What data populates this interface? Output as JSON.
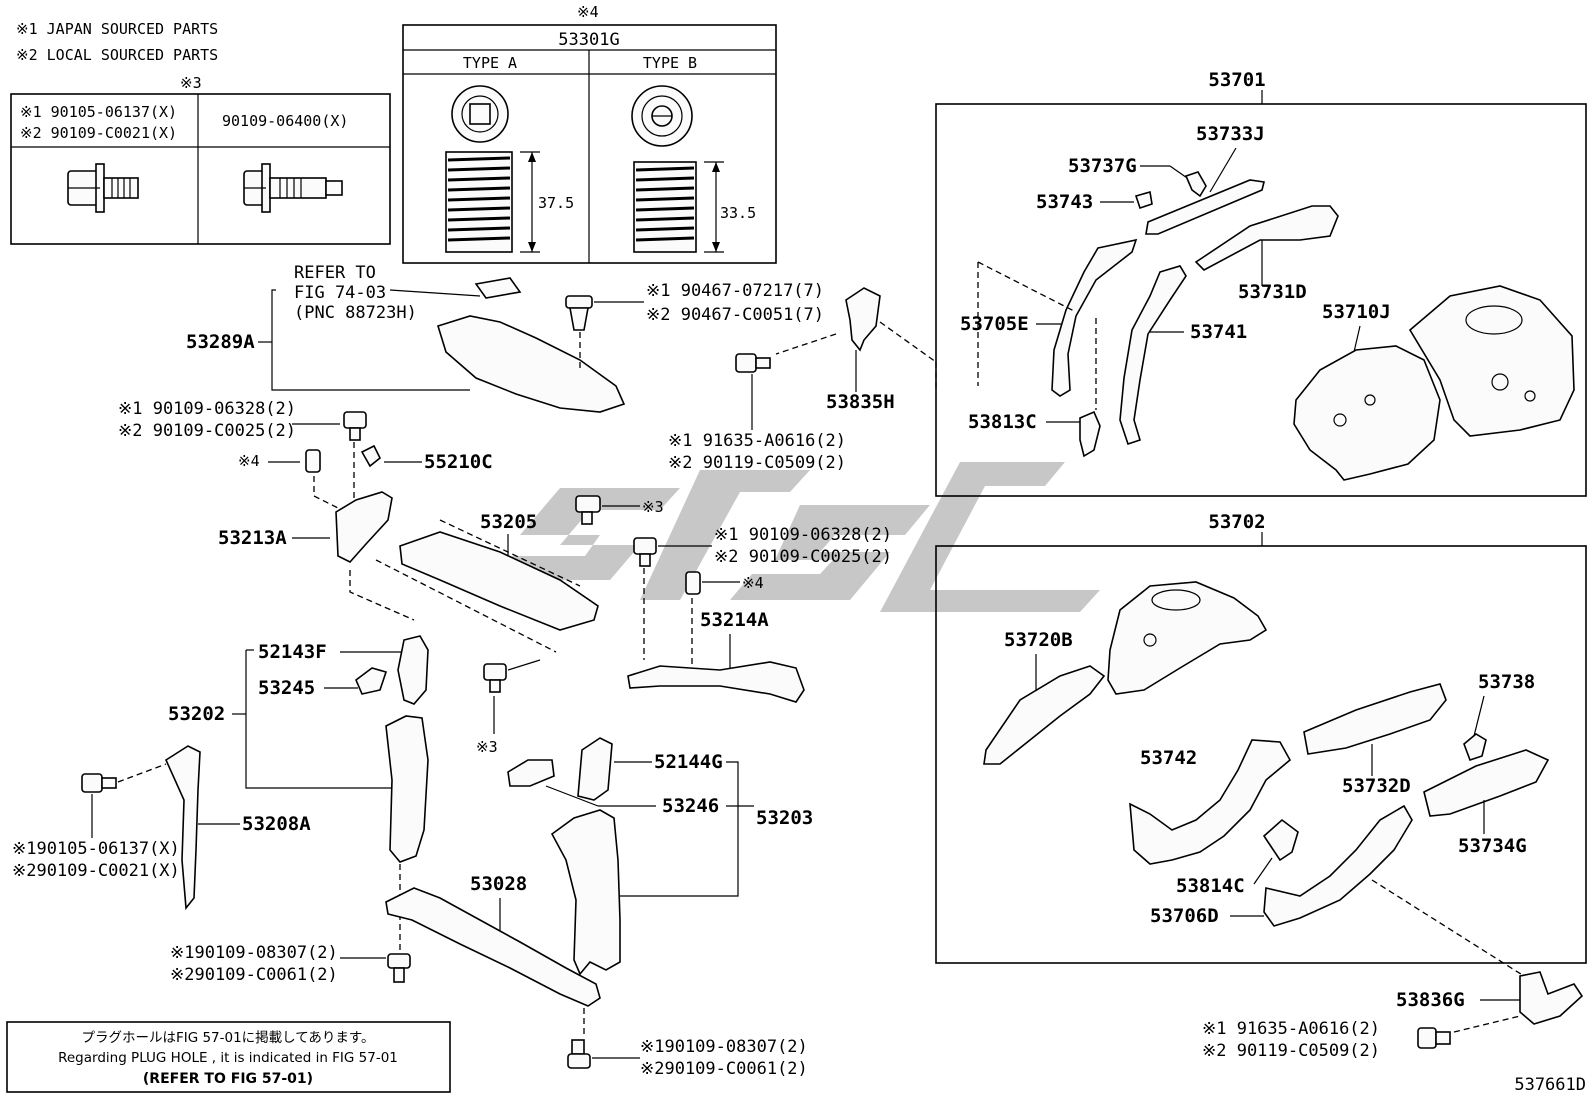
{
  "legend": {
    "l1": "※1  JAPAN SOURCED PARTS",
    "l2": "※2  LOCAL SOURCED PARTS"
  },
  "bolt_table": {
    "mark": "※3",
    "col1_l1": "※1 90105-06137(X)",
    "col1_l2": "※2 90109-C0021(X)",
    "col2": "90109-06400(X)"
  },
  "nut_table": {
    "mark": "※4",
    "title": "53301G",
    "type_a": "TYPE A",
    "type_b": "TYPE B",
    "dim_a": "37.5",
    "dim_b": "33.5"
  },
  "group_53701": "53701",
  "group_53702": "53702",
  "refer": {
    "l1": "REFER TO",
    "l2": "FIG 74-03",
    "l3": "(PNC 88723H)"
  },
  "labels": {
    "p53289A": "53289A",
    "p55210C": "55210C",
    "p53213A": "53213A",
    "p53205": "53205",
    "p53214A": "53214A",
    "p52143F": "52143F",
    "p53245": "53245",
    "p53202": "53202",
    "p53208A": "53208A",
    "p52144G": "52144G",
    "p53246": "53246",
    "p53203": "53203",
    "p53028": "53028",
    "p53835H": "53835H",
    "p53733J": "53733J",
    "p53737G": "53737G",
    "p53743": "53743",
    "p53705E": "53705E",
    "p53731D": "53731D",
    "p53741": "53741",
    "p53710J": "53710J",
    "p53813C": "53813C",
    "p53720B": "53720B",
    "p53738": "53738",
    "p53742": "53742",
    "p53732D": "53732D",
    "p53734G": "53734G",
    "p53814C": "53814C",
    "p53706D": "53706D",
    "p53836G": "53836G",
    "mark3a": "※3",
    "mark3b": "※3",
    "mark4a": "※4",
    "mark4b": "※4"
  },
  "callouts": {
    "c1_l1": "※1 90467-07217(7)",
    "c1_l2": "※2 90467-C0051(7)",
    "c2_l1": "※1 90109-06328(2)",
    "c2_l2": "※2 90109-C0025(2)",
    "c3_l1": "※1 91635-A0616(2)",
    "c3_l2": "※2 90119-C0509(2)",
    "c4_l1": "※1 90109-06328(2)",
    "c4_l2": "※2 90109-C0025(2)",
    "c5_l1": "※190105-06137(X)",
    "c5_l2": "※290109-C0021(X)",
    "c6_l1": "※190109-08307(2)",
    "c6_l2": "※290109-C0061(2)",
    "c7_l1": "※190109-08307(2)",
    "c7_l2": "※290109-C0061(2)",
    "c8_l1": "※1 91635-A0616(2)",
    "c8_l2": "※2 90119-C0509(2)"
  },
  "plug_note": {
    "jp": "プラグホールはFIG 57-01に掲載してあります。",
    "en": "Regarding  PLUG  HOLE , it is indicated in  FIG  57-01",
    "refer": "(REFER TO FIG 57-01)"
  },
  "figure_id": "537661D"
}
